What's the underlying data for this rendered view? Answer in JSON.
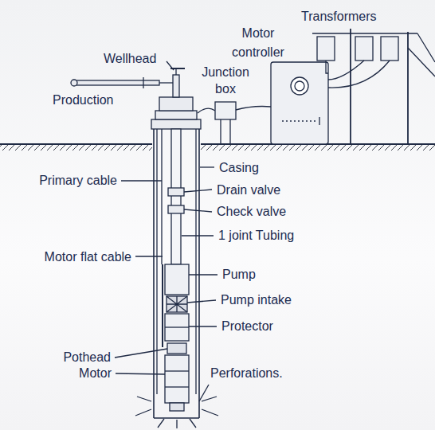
{
  "diagram": {
    "labels": [
      "Transformers",
      "Motor controller",
      "Wellhead",
      "Junction box",
      "Production",
      "Casing",
      "Primary cable",
      "Drain valve",
      "Check valve",
      "1 joint Tubing",
      "Motor flat cable",
      "Pump",
      "Pump intake",
      "Protector",
      "Pothead",
      "Motor",
      "Perforations."
    ]
  }
}
